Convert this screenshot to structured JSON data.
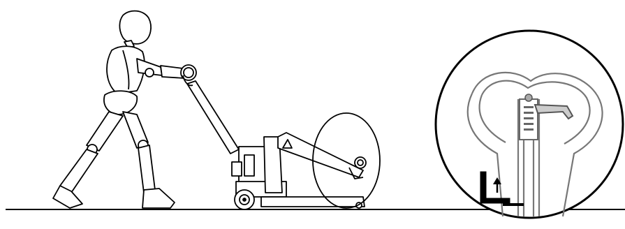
{
  "illustration": {
    "type": "line-art",
    "scene": "operator-pushing-pallet-truck-with-roll",
    "detail_inset": "handle-lift-lever-position",
    "icons": [
      "mannequin-figure",
      "pallet-truck",
      "paper-roll",
      "lift-arrow-icon"
    ],
    "colors": {
      "line": "#000000",
      "light_line": "#777777",
      "background": "#ffffff"
    }
  }
}
